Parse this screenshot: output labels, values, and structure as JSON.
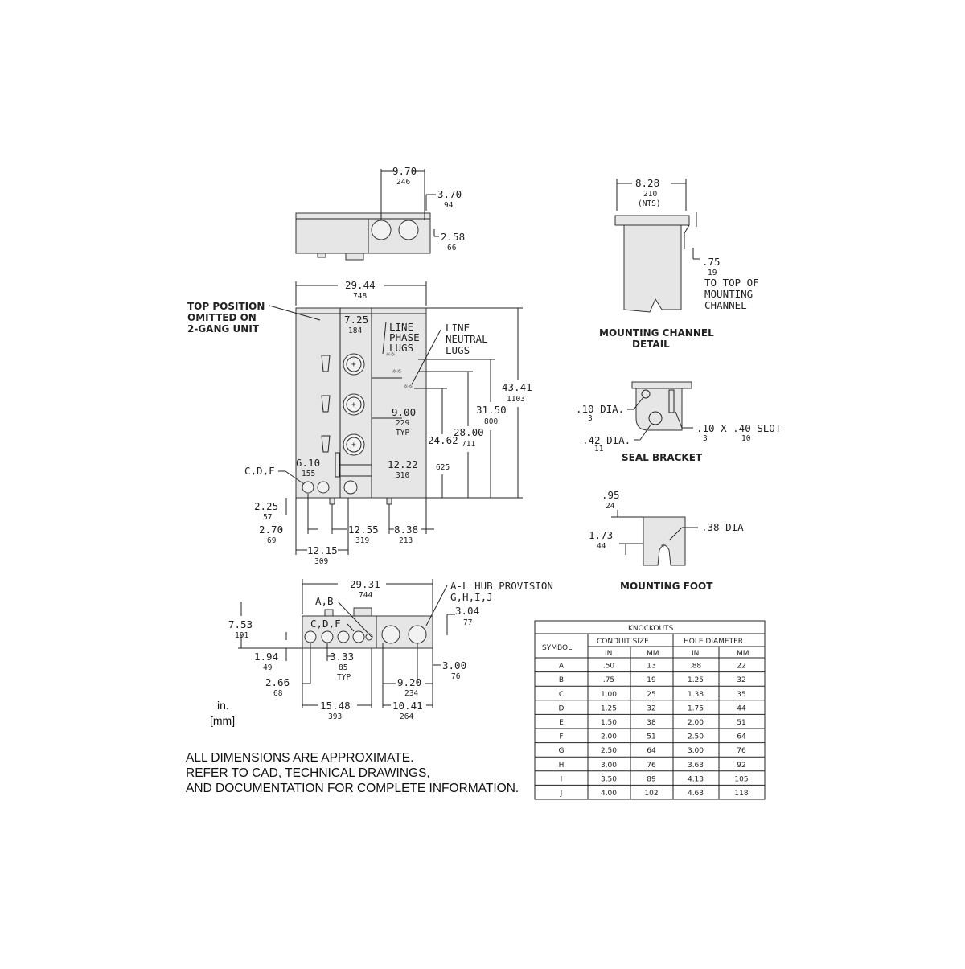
{
  "top_view": {
    "dim_width": "9.70",
    "dim_width_mm": "246",
    "dim_offset": "3.70",
    "dim_offset_mm": "94",
    "dim_depth": "2.58",
    "dim_depth_mm": "66"
  },
  "front_view": {
    "width": "29.44",
    "width_mm": "748",
    "callout_top_position": [
      "TOP POSITION",
      "OMITTED ON",
      "2-GANG UNIT"
    ],
    "dim_725": "7.25",
    "dim_725_mm": "184",
    "line_phase_lugs": [
      "LINE",
      "PHASE",
      "LUGS"
    ],
    "line_neutral_lugs": [
      "LINE",
      "NEUTRAL",
      "LUGS"
    ],
    "dim_900": "9.00",
    "dim_900_mm": "229",
    "dim_900_typ": "TYP",
    "dim_1222": "12.22",
    "dim_1222_mm": "310",
    "dim_2462": "24.62",
    "dim_2462_mm": "625",
    "dim_2800": "28.00",
    "dim_2800_mm": "711",
    "dim_3150": "31.50",
    "dim_3150_mm": "800",
    "dim_4341": "43.41",
    "dim_4341_mm": "1103",
    "label_cdf": "C,D,F",
    "dim_610": "6.10",
    "dim_610_mm": "155",
    "dim_225": "2.25",
    "dim_225_mm": "57",
    "dim_270": "2.70",
    "dim_270_mm": "69",
    "dim_1255": "12.55",
    "dim_1255_mm": "319",
    "dim_838": "8.38",
    "dim_838_mm": "213",
    "dim_1215": "12.15",
    "dim_1215_mm": "309"
  },
  "bottom_view": {
    "width": "29.31",
    "width_mm": "744",
    "hub_provision": [
      "A-L HUB PROVISION",
      "G,H,I,J"
    ],
    "label_ab": "A,B",
    "label_cdf": "C,D,F",
    "dim_304": "3.04",
    "dim_304_mm": "77",
    "dim_753": "7.53",
    "dim_753_mm": "191",
    "dim_194": "1.94",
    "dim_194_mm": "49",
    "dim_333": "3.33",
    "dim_333_mm": "85",
    "dim_333_typ": "TYP",
    "dim_300": "3.00",
    "dim_300_mm": "76",
    "dim_266": "2.66",
    "dim_266_mm": "68",
    "dim_920": "9.20",
    "dim_920_mm": "234",
    "dim_1548": "15.48",
    "dim_1548_mm": "393",
    "dim_1041": "10.41",
    "dim_1041_mm": "264"
  },
  "units": {
    "inch": "in.",
    "mm": "[mm]"
  },
  "mounting_channel": {
    "dim_width": "8.28",
    "dim_width_mm": "210",
    "nts": "(NTS)",
    "dim_75": ".75",
    "dim_75_mm": "19",
    "note": [
      "TO TOP OF",
      "MOUNTING",
      "CHANNEL"
    ],
    "title": [
      "MOUNTING CHANNEL",
      "DETAIL"
    ]
  },
  "seal_bracket": {
    "hole_small": ".10 DIA.",
    "hole_small_mm": "3",
    "hole_large": ".42 DIA.",
    "hole_large_mm": "11",
    "slot": ".10 X .40 SLOT",
    "slot_mm_a": "3",
    "slot_mm_b": "10",
    "title": "SEAL BRACKET"
  },
  "mounting_foot": {
    "dim_95": ".95",
    "dim_95_mm": "24",
    "dim_173": "1.73",
    "dim_173_mm": "44",
    "hole": ".38 DIA",
    "title": "MOUNTING FOOT"
  },
  "notes": [
    "ALL DIMENSIONS ARE APPROXIMATE.",
    "REFER TO CAD, TECHNICAL DRAWINGS,",
    "AND DOCUMENTATION FOR COMPLETE INFORMATION."
  ],
  "knockouts": {
    "title": "KNOCKOUTS",
    "symbol_header": "SYMBOL",
    "conduit_header": "CONDUIT SIZE",
    "hole_header": "HOLE DIAMETER",
    "sub_headers": [
      "IN",
      "MM",
      "IN",
      "MM"
    ],
    "rows": [
      [
        "A",
        ".50",
        "13",
        ".88",
        "22"
      ],
      [
        "B",
        ".75",
        "19",
        "1.25",
        "32"
      ],
      [
        "C",
        "1.00",
        "25",
        "1.38",
        "35"
      ],
      [
        "D",
        "1.25",
        "32",
        "1.75",
        "44"
      ],
      [
        "E",
        "1.50",
        "38",
        "2.00",
        "51"
      ],
      [
        "F",
        "2.00",
        "51",
        "2.50",
        "64"
      ],
      [
        "G",
        "2.50",
        "64",
        "3.00",
        "76"
      ],
      [
        "H",
        "3.00",
        "76",
        "3.63",
        "92"
      ],
      [
        "I",
        "3.50",
        "89",
        "4.13",
        "105"
      ],
      [
        "J",
        "4.00",
        "102",
        "4.63",
        "118"
      ]
    ]
  }
}
